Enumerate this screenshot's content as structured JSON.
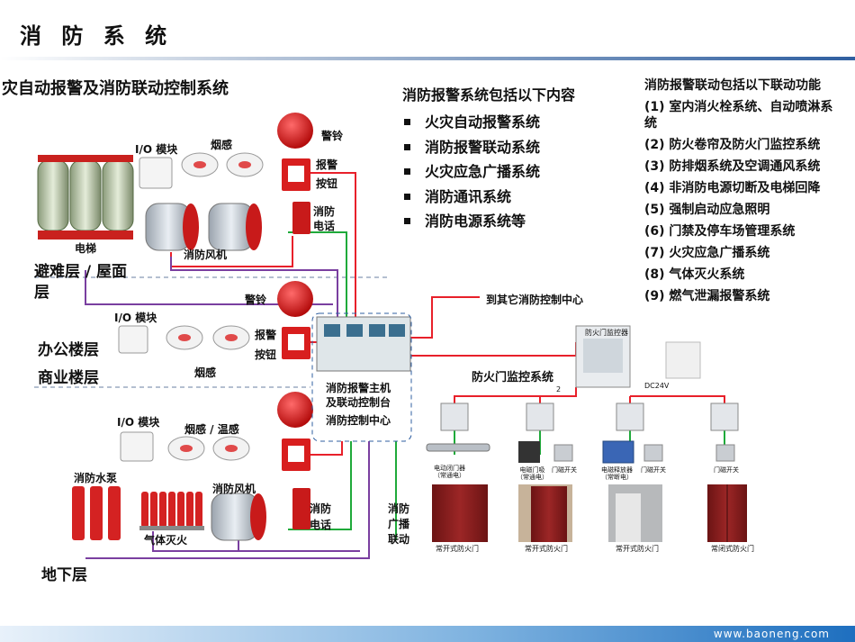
{
  "page": {
    "title": "消 防 系 统",
    "subtitle": "灾自动报警及消防联动控制系统",
    "footer": "www.baoneng.com"
  },
  "floors": {
    "refuge": "避难层 / 屋面",
    "refuge_line2": "层",
    "office": "办公楼层",
    "commercial": "商业楼层",
    "basement": "地下层"
  },
  "devices": {
    "io_module": "I/O 模块",
    "smoke": "烟感",
    "smoke_temp": "烟感 / 温感",
    "bell": "警铃",
    "alarm_btn_1": "报警",
    "alarm_btn_2": "按钮",
    "phone_1": "消防",
    "phone_2": "电话",
    "elevator": "电梯",
    "fan": "消防风机",
    "pump": "消防水泵",
    "gas": "气体灭火",
    "broadcast_1": "消防",
    "broadcast_2": "广播",
    "broadcast_3": "联动"
  },
  "center": {
    "line1": "消防报警主机",
    "line2": "及联动控制台",
    "line3": "消防控制中心",
    "to_other": "到其它消防控制中心"
  },
  "fire_door": {
    "system": "防火门监控系统",
    "monitor": "防火门监控器",
    "dc": "DC24V",
    "wire_no": "2",
    "m1_a": "电动闭门器",
    "m1_b": "（常通电）",
    "m2_a": "电磁门吸",
    "m2_b": "（常通电）",
    "m3_a": "电磁释放器",
    "m3_b": "（常断电）",
    "door_switch": "门磁开关",
    "door_open": "常开式防火门",
    "door_closed": "常闭式防火门"
  },
  "mid_list": {
    "heading": "消防报警系统包括以下内容",
    "items": [
      "火灾自动报警系统",
      "消防报警联动系统",
      "火灾应急广播系统",
      "消防通讯系统",
      "消防电源系统等"
    ]
  },
  "right_list": {
    "heading": "消防报警联动包括以下联动功能",
    "items": [
      "(1) 室内消火栓系统、自动喷淋系统",
      "(2) 防火卷帘及防火门监控系统",
      "(3) 防排烟系统及空调通风系统",
      "(4) 非消防电源切断及电梯回降",
      "(5) 强制启动应急照明",
      "(6) 门禁及停车场管理系统",
      "(7) 火灾应急广播系统",
      "(8) 气体灭火系统",
      "(9) 燃气泄漏报警系统"
    ]
  },
  "colors": {
    "wire_red": "#e8202a",
    "wire_green": "#1faa3a",
    "wire_purple": "#7a3fa0",
    "accent": "#2f5fa0"
  }
}
